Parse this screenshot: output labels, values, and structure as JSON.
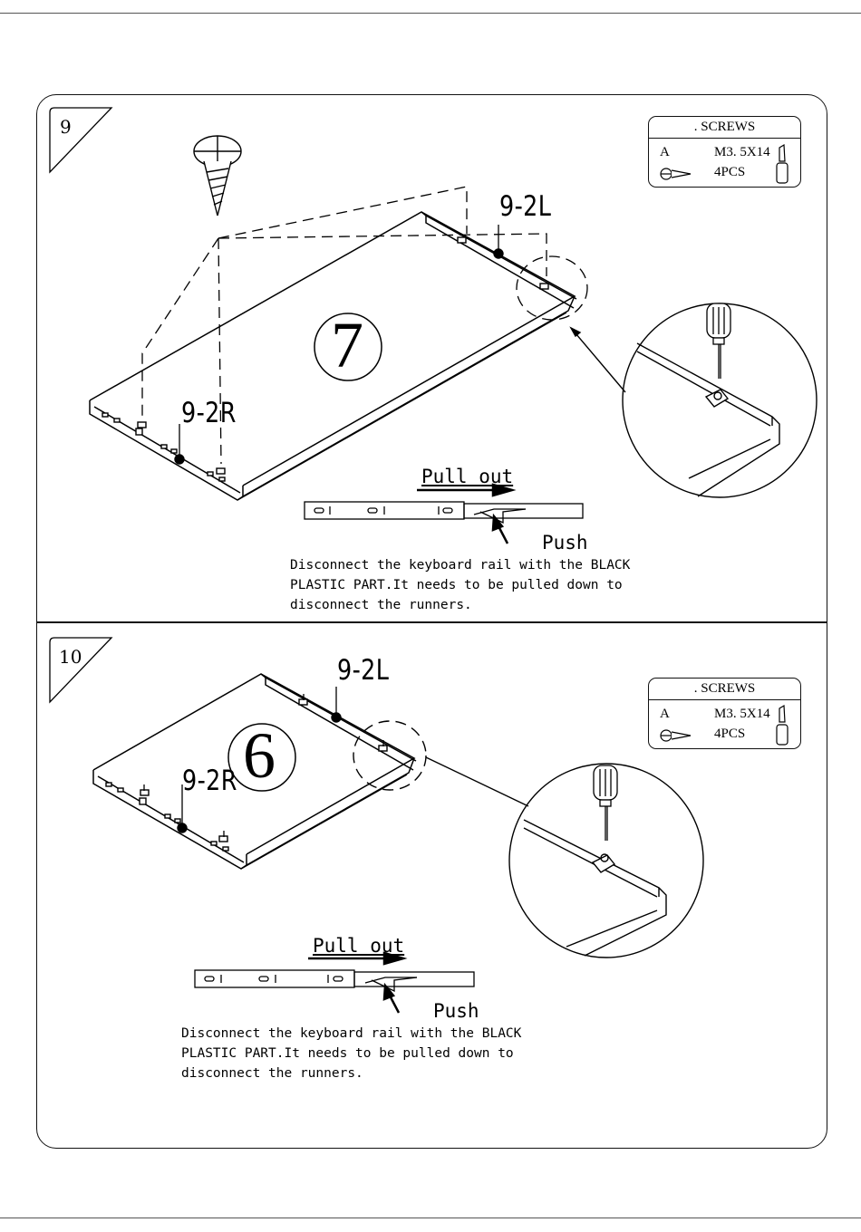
{
  "steps": [
    {
      "number": "9",
      "part_number": "7",
      "callout_left": "9-2L",
      "callout_right": "9-2R",
      "legend": {
        "title": ". SCREWS",
        "code": "A",
        "size": "M3. 5X14",
        "quantity": "4PCS"
      },
      "pull_label": "Pull out",
      "push_label": "Push",
      "note": "Disconnect the keyboard rail with the BLACK\nPLASTIC PART.It needs to be pulled down to\ndisconnect the runners."
    },
    {
      "number": "10",
      "part_number": "6",
      "callout_left": "9-2L",
      "callout_right": "9-2R",
      "legend": {
        "title": ". SCREWS",
        "code": "A",
        "size": "M3. 5X14",
        "quantity": "4PCS"
      },
      "pull_label": "Pull out",
      "push_label": "Push",
      "note": "Disconnect the keyboard rail with the BLACK\nPLASTIC PART.It needs to be pulled down to\ndisconnect the runners."
    }
  ],
  "icons": [
    "screw-icon",
    "screwdriver-icon",
    "arrow-icon"
  ],
  "colors": {
    "ink": "#000000",
    "background": "#ffffff"
  }
}
